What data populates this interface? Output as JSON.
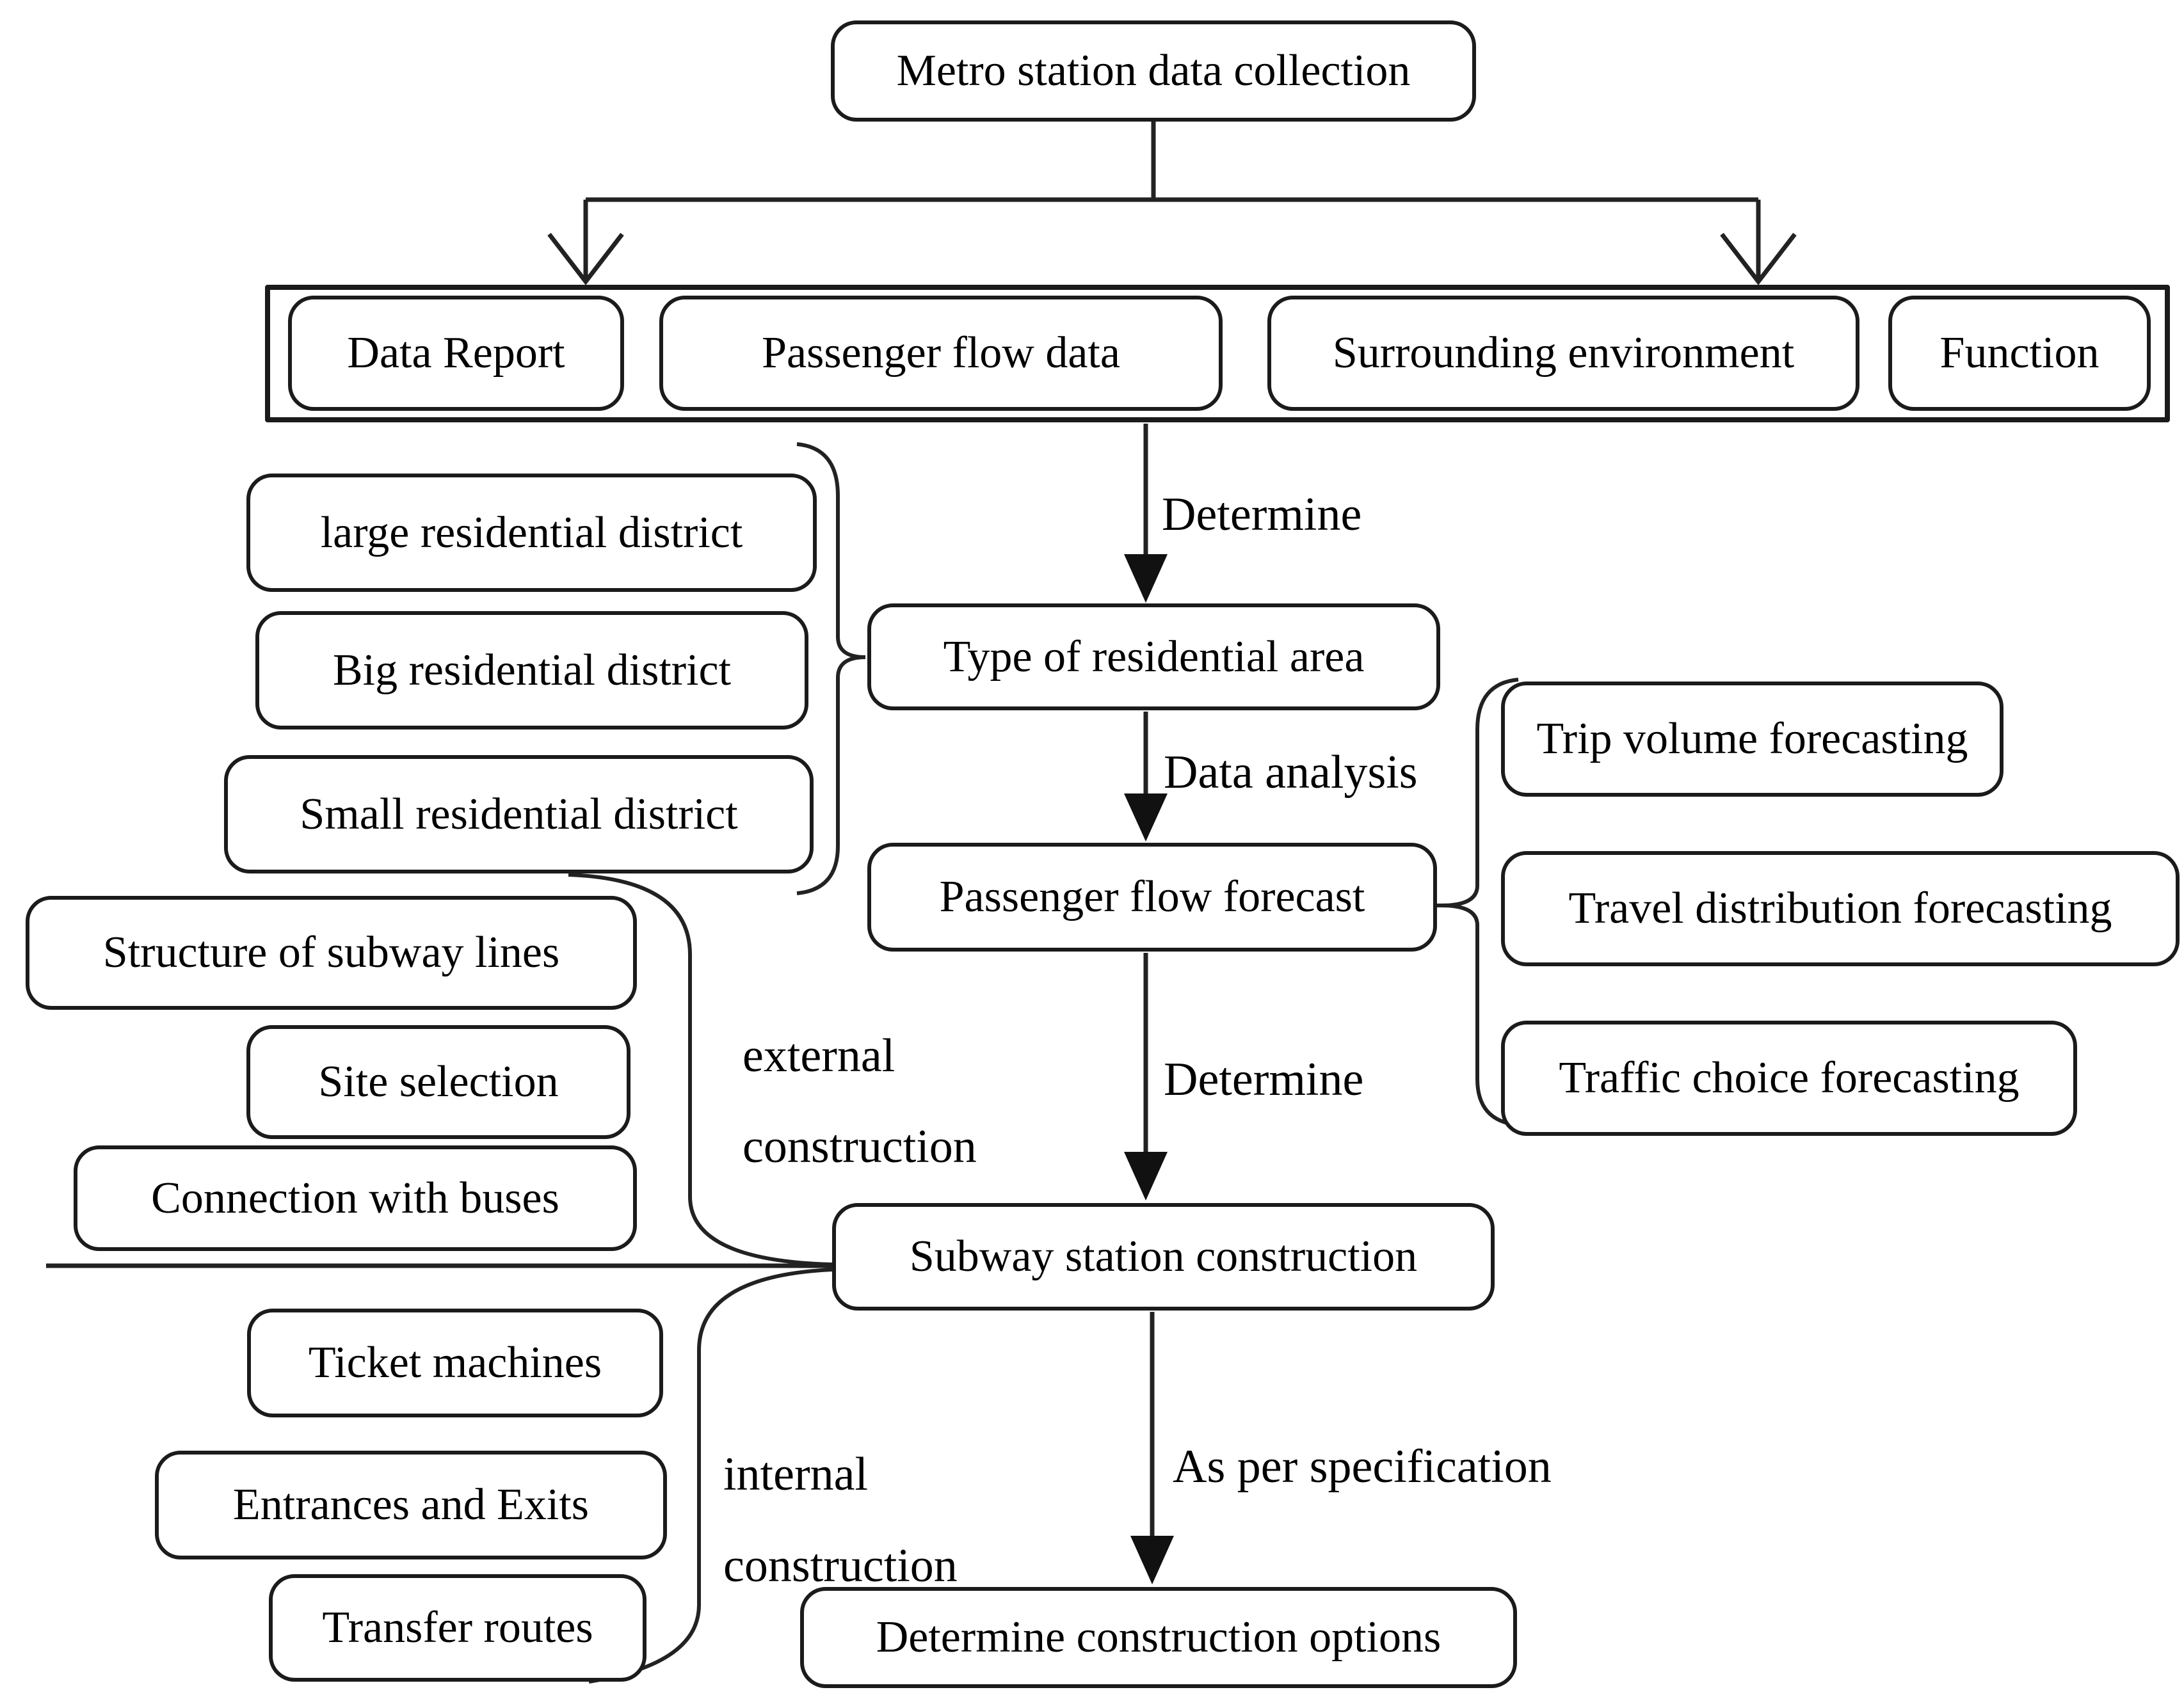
{
  "nodes": {
    "metro": "Metro station data collection",
    "data_report": "Data Report",
    "passenger_flow_data": "Passenger flow data",
    "surrounding_environment": "Surrounding environment",
    "function": "Function",
    "large_residential": "large residential district",
    "big_residential": "Big residential district",
    "small_residential": "Small residential district",
    "type_residential": "Type of residential area",
    "passenger_flow_forecast": "Passenger flow forecast",
    "trip_volume": "Trip volume forecasting",
    "travel_distribution": "Travel distribution forecasting",
    "traffic_choice": "Traffic choice forecasting",
    "structure_subway": "Structure of subway lines",
    "site_selection": "Site selection",
    "connection_buses": "Connection with buses",
    "subway_construction": "Subway station construction",
    "ticket_machines": "Ticket machines",
    "entrances_exits": "Entrances and Exits",
    "transfer_routes": "Transfer routes",
    "determine_options": "Determine construction options"
  },
  "edge_labels": {
    "determine_1": "Determine",
    "data_analysis": "Data analysis",
    "determine_2": "Determine",
    "as_per_specification": "As per specification",
    "external_line1": "external",
    "external_line2": "construction",
    "internal_line1": "internal",
    "internal_line2": "construction"
  },
  "colors": {
    "stroke": "#1b1b1b",
    "background": "#ffffff",
    "text": "#000000"
  }
}
